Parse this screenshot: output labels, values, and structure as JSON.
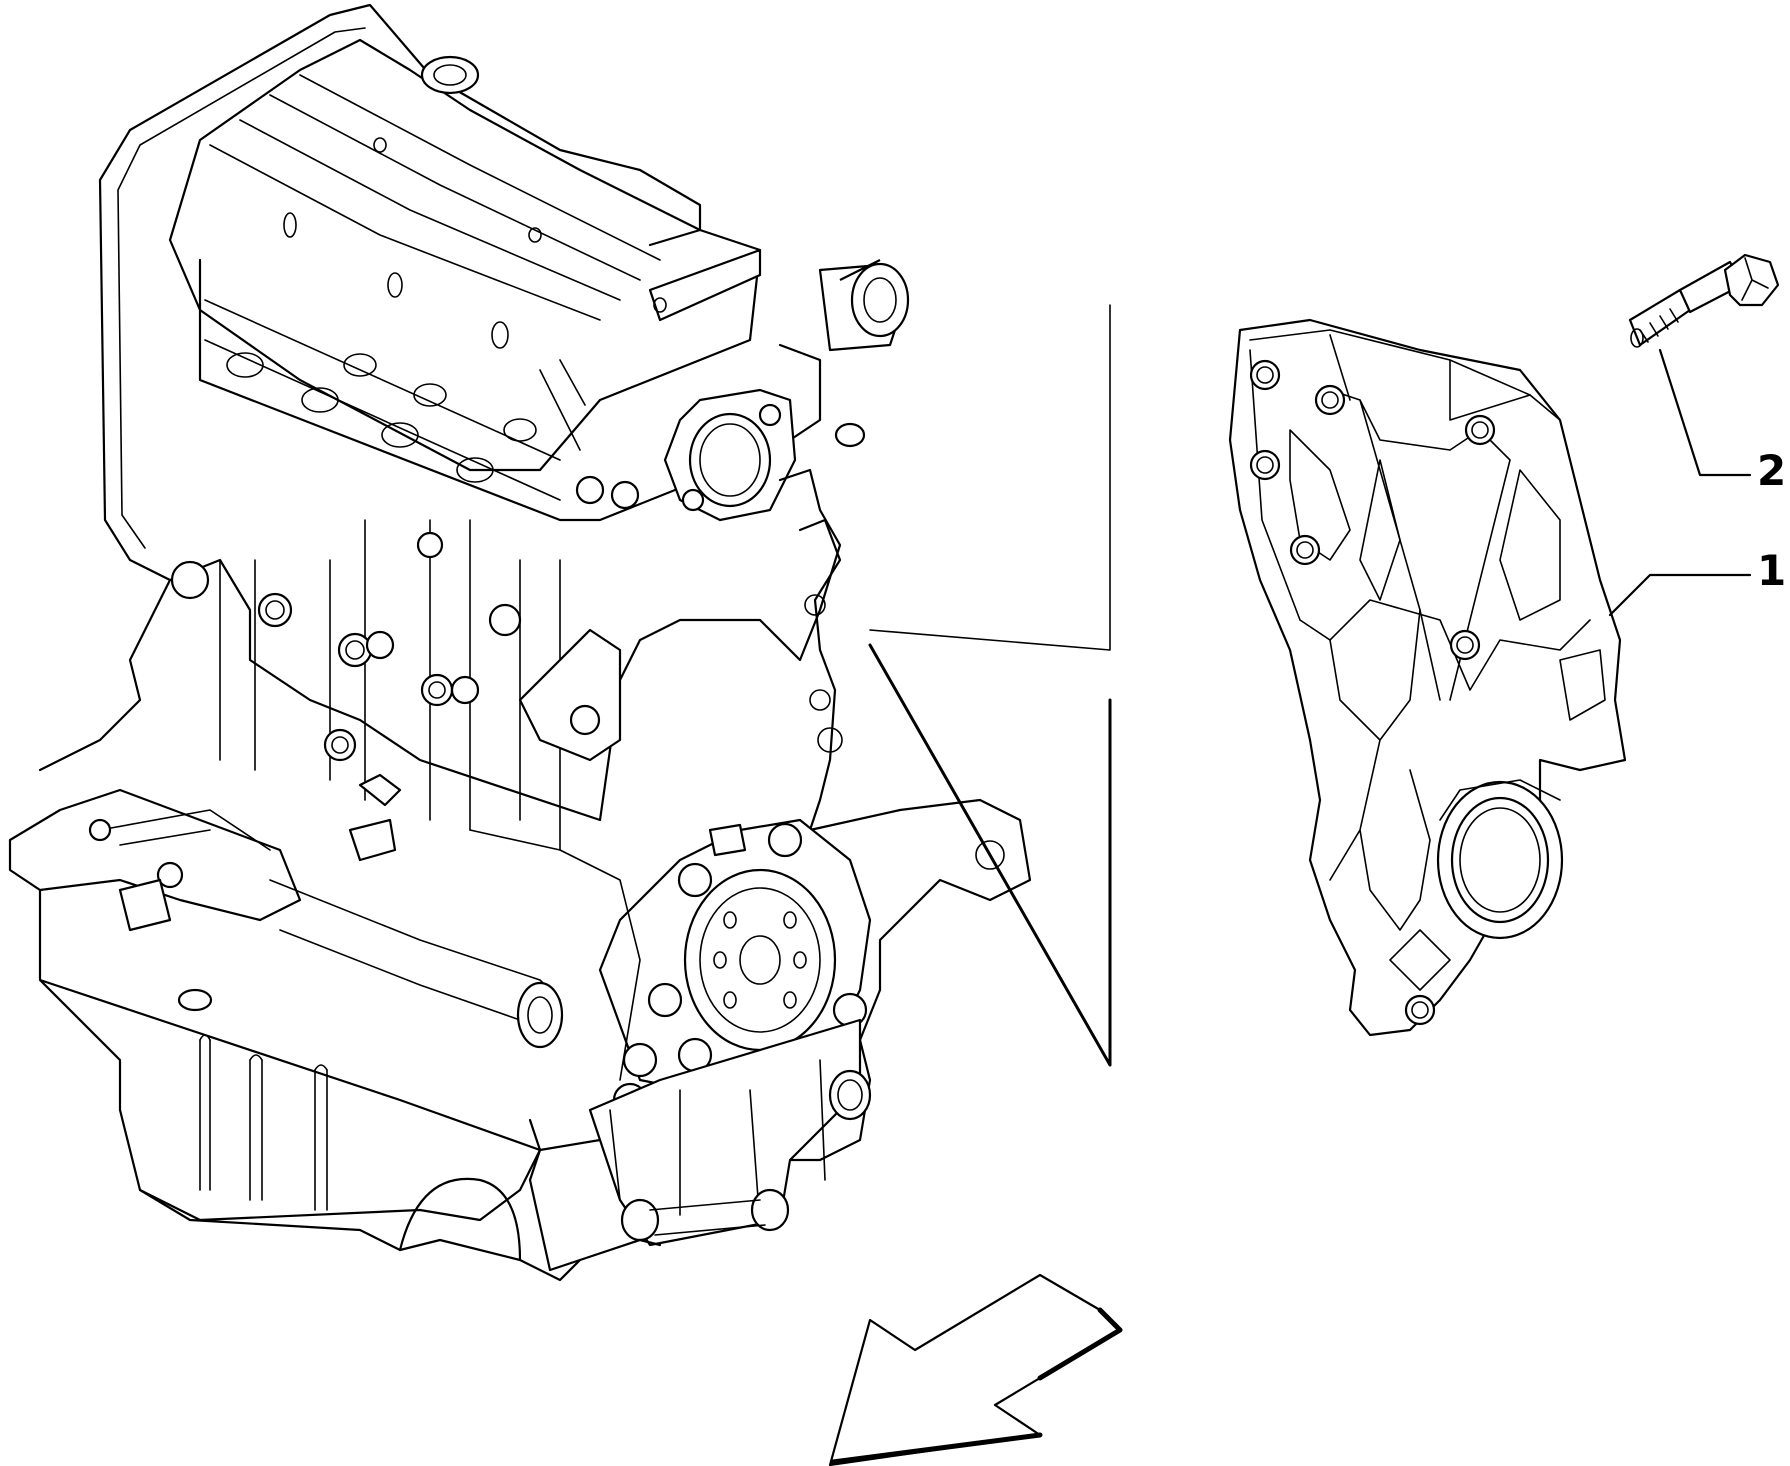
{
  "callouts": [
    {
      "id": "1",
      "label": "1"
    },
    {
      "id": "2",
      "label": "2"
    }
  ],
  "colors": {
    "line": "#000000",
    "background": "#ffffff"
  },
  "icons": {
    "orientation": "direction-arrow-icon"
  }
}
